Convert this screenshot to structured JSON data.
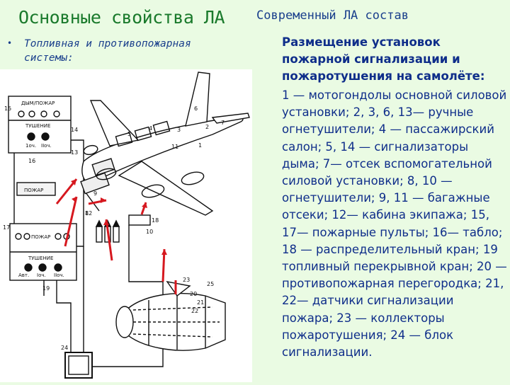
{
  "slide": {
    "title": "Основные свойства ЛА",
    "subtitle": "Современный ЛА состав",
    "bullet": "•",
    "left_text": "Топливная и противопожарная системы:",
    "right_heading": "Размещение установок пожарной сигнализации и пожаротушения на самолёте:",
    "right_body": "1 — мотогондолы основной силовой установки; 2, 3, 6, 13— ручные огнетушители; 4 — пассажирский салон; 5, 14 — сигнализаторы дыма; 7— отсек вспомогательной силовой установки; 8, 10 — огнетушители; 9, 11 — багажные отсеки; 12— кабина экипажа; 15, 17— пожарные пульты; 16— табло; 18 — распределительный кран; 19 топливный перекрывной кран; 20 — противопожарная перегородка; 21, 22— датчики сигнализации пожара; 23 — коллекторы пожаротушения; 24 — блок сигнализации."
  },
  "figure": {
    "panel_top": {
      "header": "ДЫМ/ПОЖАР",
      "sub": "ТУШЕНИЕ",
      "labels": [
        "1оч.",
        "IIоч."
      ]
    },
    "panel_bottom": {
      "header": "ПОЖАР",
      "sub": "ТУШЕНИЕ",
      "labels": [
        "Авт.",
        "Iоч.",
        "IIоч."
      ]
    },
    "box_label": "ПОЖАР",
    "numbers": {
      "n1": "1",
      "n2": "2",
      "n3": "3",
      "n4": "4",
      "n5": "5",
      "n6": "6",
      "n7": "7",
      "n8": "8",
      "n9": "9",
      "n10": "10",
      "n11": "11",
      "n12": "12",
      "n13": "13",
      "n14": "14",
      "n15": "15",
      "n16": "16",
      "n17": "17",
      "n18": "18",
      "n19": "19",
      "n20": "20",
      "n21": "21",
      "n22": "22",
      "n23": "23",
      "n24": "24",
      "n25": "25"
    }
  }
}
